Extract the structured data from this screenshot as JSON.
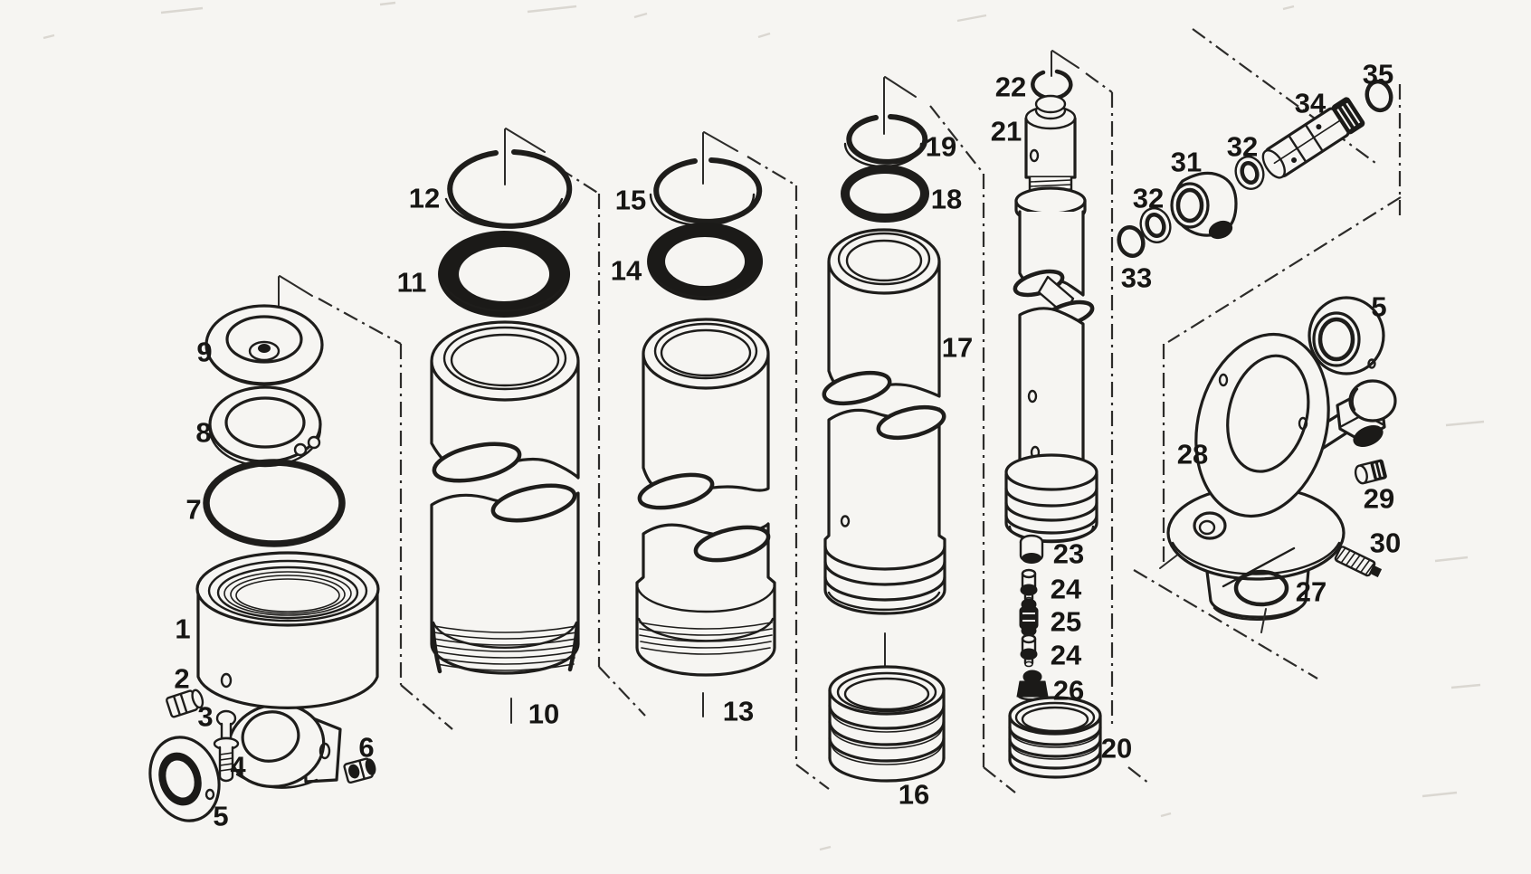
{
  "figure": {
    "type": "exploded-parts-diagram",
    "colors": {
      "ink": "#1e1d1b",
      "paper": "#f6f5f2",
      "dark_fill": "#1b1a18"
    }
  },
  "callouts": [
    {
      "n": "9"
    },
    {
      "n": "8"
    },
    {
      "n": "7"
    },
    {
      "n": "1"
    },
    {
      "n": "2"
    },
    {
      "n": "3"
    },
    {
      "n": "4"
    },
    {
      "n": "5"
    },
    {
      "n": "6"
    },
    {
      "n": "12"
    },
    {
      "n": "11"
    },
    {
      "n": "10"
    },
    {
      "n": "15"
    },
    {
      "n": "14"
    },
    {
      "n": "13"
    },
    {
      "n": "19"
    },
    {
      "n": "18"
    },
    {
      "n": "17"
    },
    {
      "n": "16"
    },
    {
      "n": "22"
    },
    {
      "n": "21"
    },
    {
      "n": "23"
    },
    {
      "n": "24"
    },
    {
      "n": "25"
    },
    {
      "n": "24"
    },
    {
      "n": "26"
    },
    {
      "n": "20"
    },
    {
      "n": "33"
    },
    {
      "n": "32"
    },
    {
      "n": "31"
    },
    {
      "n": "32"
    },
    {
      "n": "34"
    },
    {
      "n": "35"
    },
    {
      "n": "28"
    },
    {
      "n": "5"
    },
    {
      "n": "29"
    },
    {
      "n": "30"
    },
    {
      "n": "27"
    }
  ]
}
